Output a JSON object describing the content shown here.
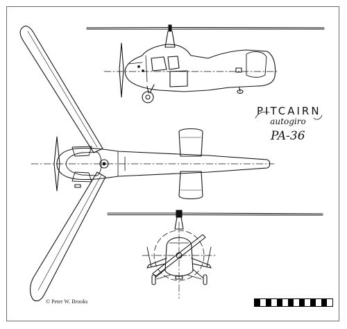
{
  "brand": {
    "name": "PITCAIRN",
    "subtitle": "autogiro"
  },
  "model": "PA-36",
  "credit": "© Peter W. Brooks",
  "scale_bar": {
    "segments": 14
  },
  "views": [
    "side-view",
    "top-view",
    "front-view"
  ],
  "colors": {
    "ink": "#111111",
    "paper": "#ffffff",
    "frame": "#6a6a6a"
  }
}
